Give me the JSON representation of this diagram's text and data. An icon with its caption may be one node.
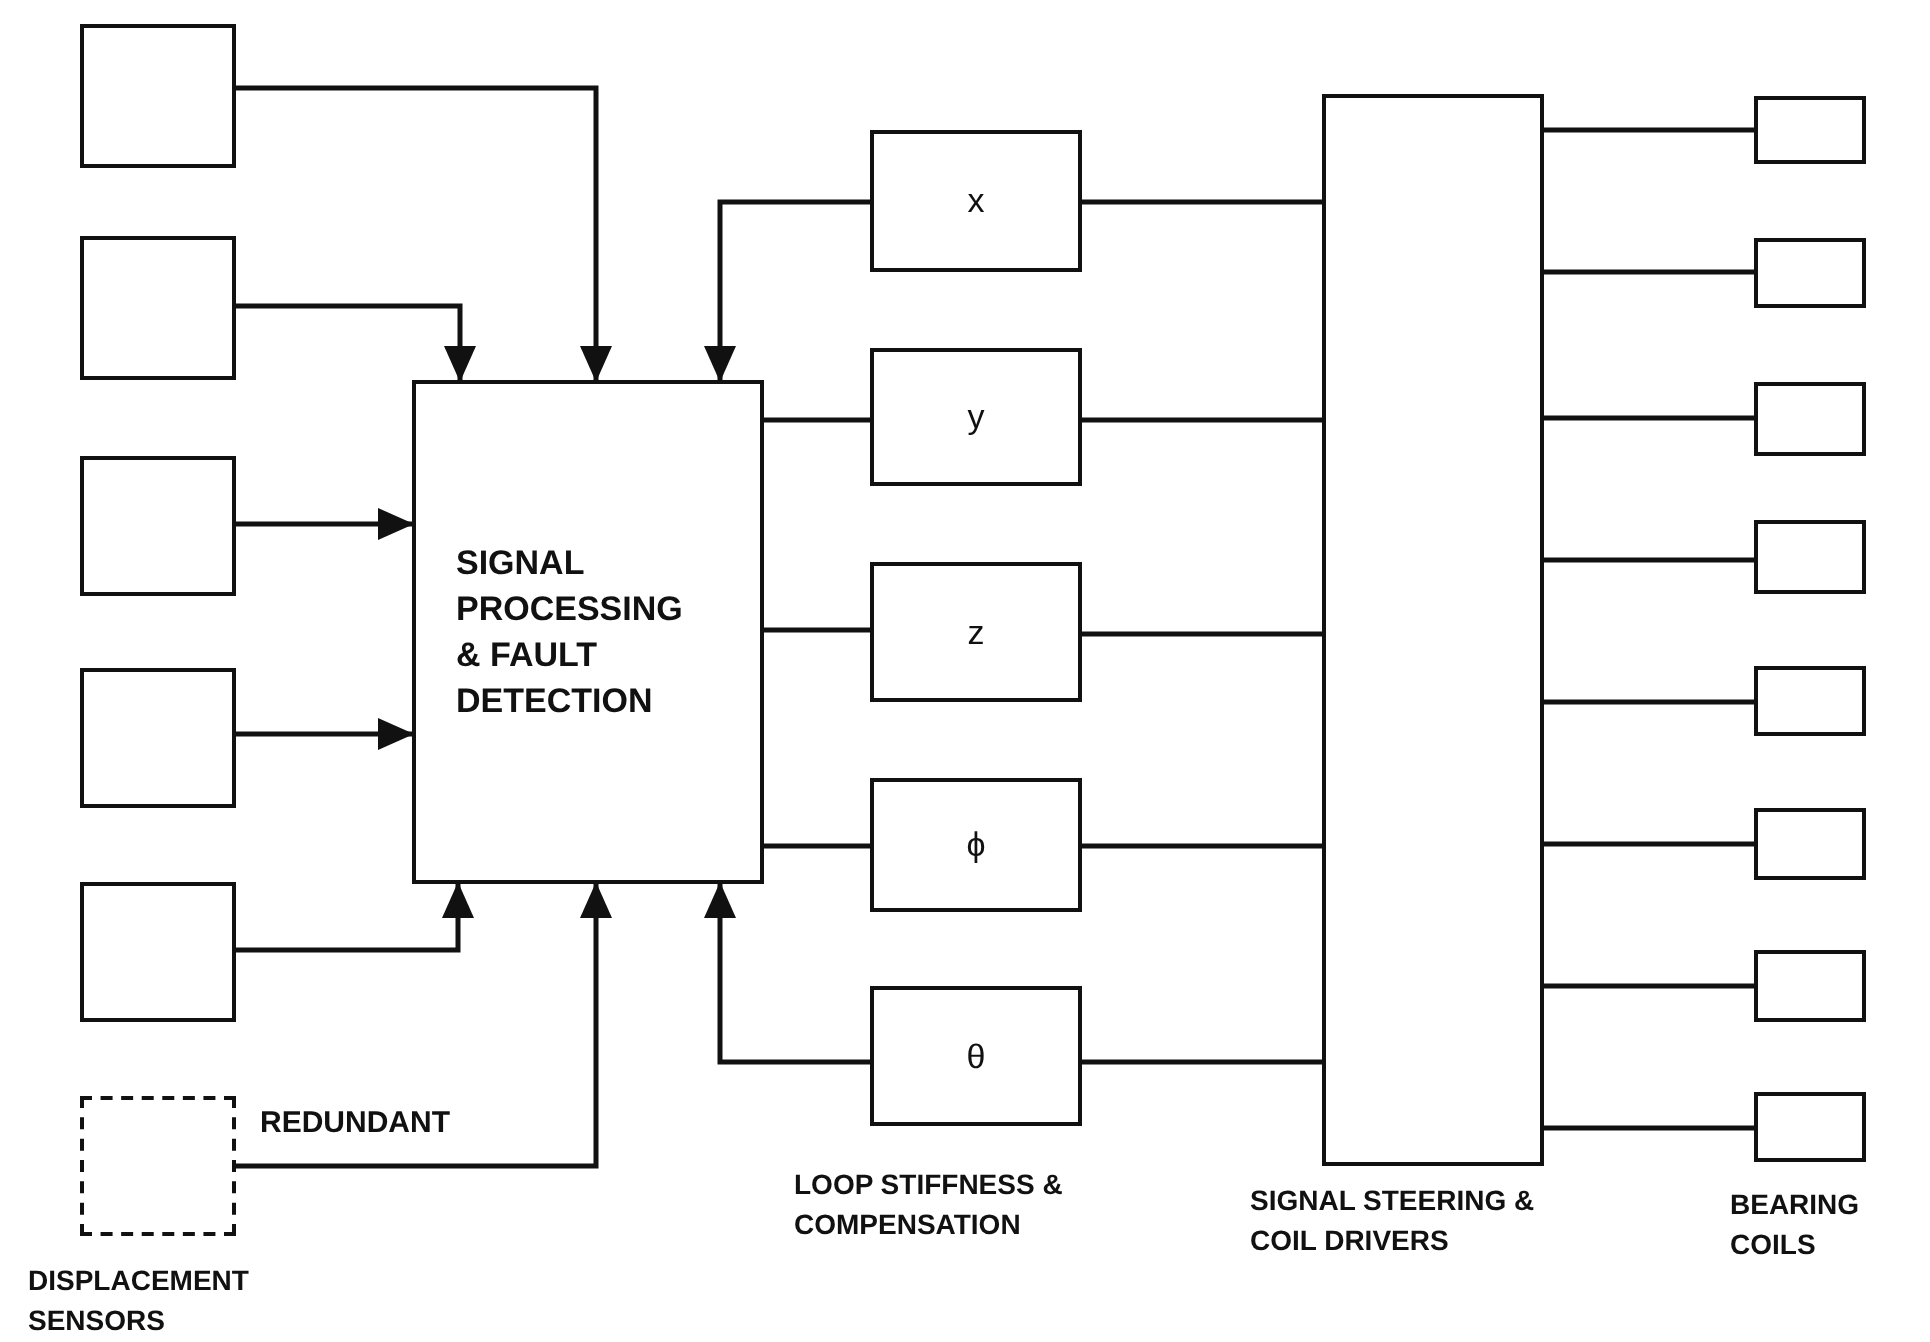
{
  "diagram": {
    "nodes": [
      {
        "text": [],
        "shape": "box"
      },
      {
        "text": [],
        "shape": "box"
      },
      {
        "text": [],
        "shape": "box"
      },
      {
        "text": [],
        "shape": "box"
      },
      {
        "text": [],
        "shape": "box"
      },
      {
        "text": [],
        "shape": "box"
      },
      {
        "text": [
          "SIGNAL PROCESSING & FAULT DETECTION"
        ]
      },
      {
        "text": [
          "x"
        ]
      },
      {
        "text": [
          "y"
        ]
      },
      {
        "text": [
          "z"
        ]
      },
      {
        "text": [
          "ϕ"
        ]
      },
      {
        "text": [
          "θ"
        ]
      },
      {
        "text": [],
        "shape": "box",
        "beside": [
          "SIGNAL STEERING & COIL DRIVERS"
        ]
      },
      {
        "text": [],
        "shape": "box"
      },
      {
        "text": [],
        "shape": "box"
      },
      {
        "text": [],
        "shape": "box"
      },
      {
        "text": [],
        "shape": "box"
      },
      {
        "text": [],
        "shape": "box"
      },
      {
        "text": [],
        "shape": "box"
      },
      {
        "text": [],
        "shape": "box"
      },
      {
        "text": [],
        "shape": "box"
      }
    ],
    "edges": [
      {
        "from": 0,
        "to": 6,
        "arrow": "to"
      },
      {
        "from": 1,
        "to": 6,
        "arrow": "to"
      },
      {
        "from": 2,
        "to": 6,
        "arrow": "to"
      },
      {
        "from": 3,
        "to": 6,
        "arrow": "to"
      },
      {
        "from": 4,
        "to": 6,
        "arrow": "to"
      },
      {
        "from": 5,
        "to": 6,
        "arrow": "to",
        "label": "REDUNDANT"
      },
      {
        "from": 7,
        "to": 6,
        "arrow": "to"
      },
      {
        "from": 11,
        "to": 6,
        "arrow": "to"
      },
      {
        "from": 6,
        "to": 8,
        "arrow": "none"
      },
      {
        "from": 6,
        "to": 9,
        "arrow": "none"
      },
      {
        "from": 6,
        "to": 10,
        "arrow": "none"
      },
      {
        "from": 7,
        "to": 12,
        "arrow": "none"
      },
      {
        "from": 8,
        "to": 12,
        "arrow": "none"
      },
      {
        "from": 9,
        "to": 12,
        "arrow": "none"
      },
      {
        "from": 10,
        "to": 12,
        "arrow": "none"
      },
      {
        "from": 11,
        "to": 12,
        "arrow": "none"
      },
      {
        "from": 12,
        "to": 13,
        "arrow": "none"
      },
      {
        "from": 12,
        "to": 14,
        "arrow": "none"
      },
      {
        "from": 12,
        "to": 15,
        "arrow": "none"
      },
      {
        "from": 12,
        "to": 16,
        "arrow": "none"
      },
      {
        "from": 12,
        "to": 17,
        "arrow": "none"
      },
      {
        "from": 12,
        "to": 18,
        "arrow": "none"
      },
      {
        "from": 12,
        "to": 19,
        "arrow": "none"
      },
      {
        "from": 12,
        "to": 20,
        "arrow": "none"
      }
    ],
    "labels": [
      "LOOP STIFFNESS & COMPENSATION",
      "BEARING COILS",
      "DISPLACEMENT SENSORS"
    ]
  }
}
